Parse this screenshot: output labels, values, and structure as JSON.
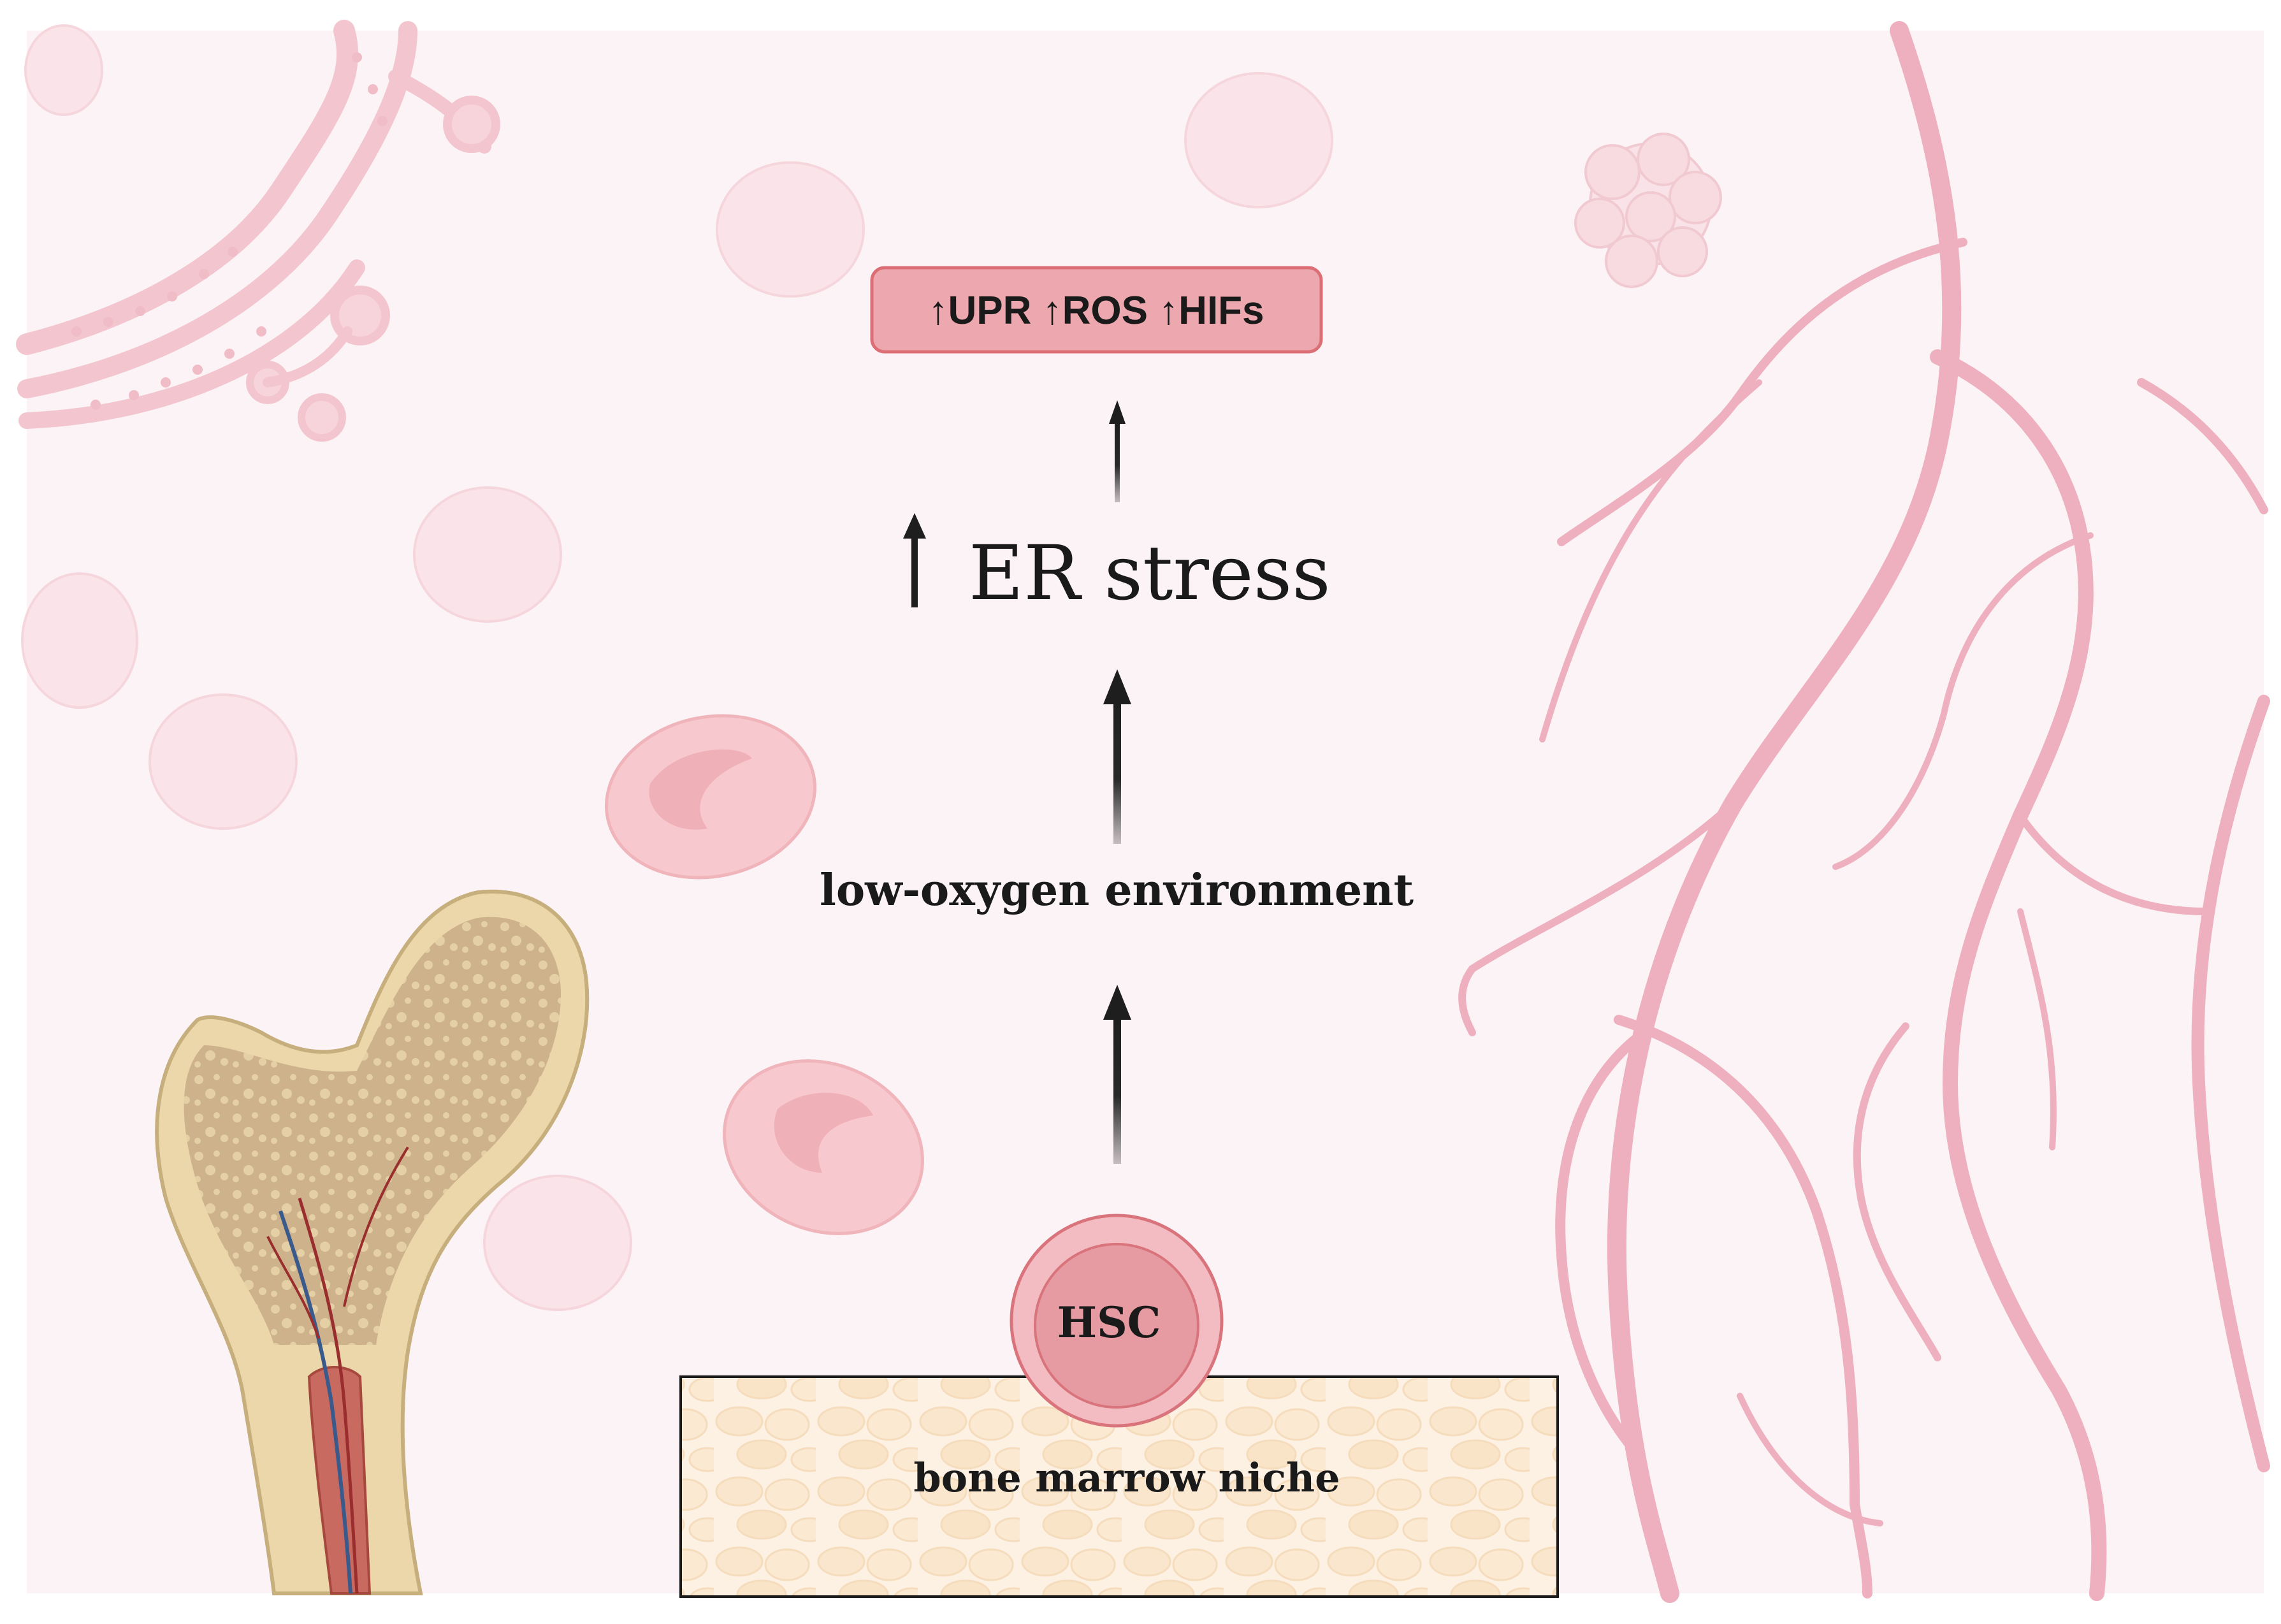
{
  "labels": {
    "markers": "↑UPR ↑ROS ↑HIFs",
    "er_stress": "ER stress",
    "environment": "low-oxygen environment",
    "cell": "HSC",
    "niche": "bone marrow niche"
  },
  "colors": {
    "background": "#fcf3f7",
    "vessel": "#eeb0bf",
    "marker_box_fill": "#eda7ae",
    "marker_box_stroke": "#dc6f76",
    "hsc_outer": "#f3bcc2",
    "hsc_inner": "#e69aa1",
    "hsc_stroke": "#d9747c",
    "arrow": "#1e1e1e",
    "niche_fill": "#fdf1e3",
    "bone": "#e9d7ad",
    "marrow": "#c86a5f"
  },
  "icons": {
    "er": "endoplasmic-reticulum-icon",
    "bone": "femur-bone-icon",
    "vessels": "blood-vessel-network-icon",
    "rbc": "red-blood-cell-icon",
    "cluster": "cell-cluster-icon"
  }
}
